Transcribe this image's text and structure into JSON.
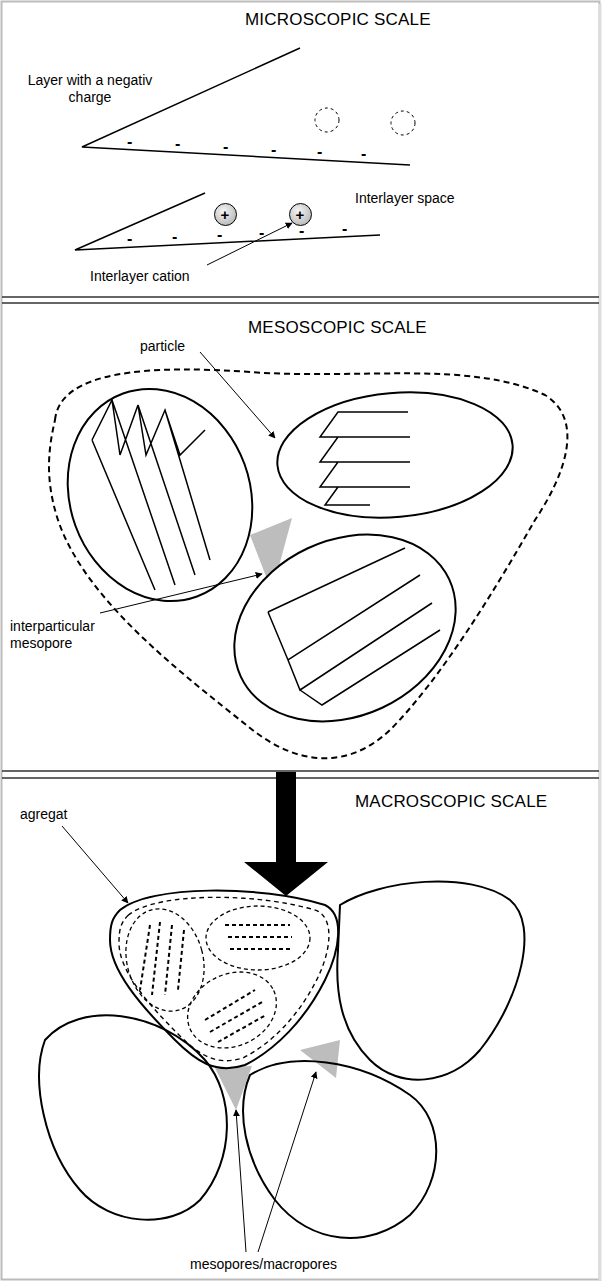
{
  "diagram": {
    "nodes": [
      {
        "text": [
          "MICROSCOPIC SCALE"
        ]
      },
      {
        "text": [
          "+"
        ],
        "in": 0
      },
      {
        "text": [
          "+"
        ],
        "in": 0
      },
      {
        "text": [
          "MESOSCOPIC SCALE"
        ]
      },
      {
        "text": [
          "MACROSCOPIC SCALE"
        ]
      }
    ],
    "labels": [
      "Layer with a negativ charge",
      "-",
      "-",
      "-",
      "-",
      "-",
      "-",
      "-",
      "-",
      "-",
      "-",
      "-",
      "-",
      "Interlayer space",
      "Interlayer cation",
      "particle",
      "interparticular mesopore",
      "agregat",
      "mesopores/macropores"
    ]
  }
}
